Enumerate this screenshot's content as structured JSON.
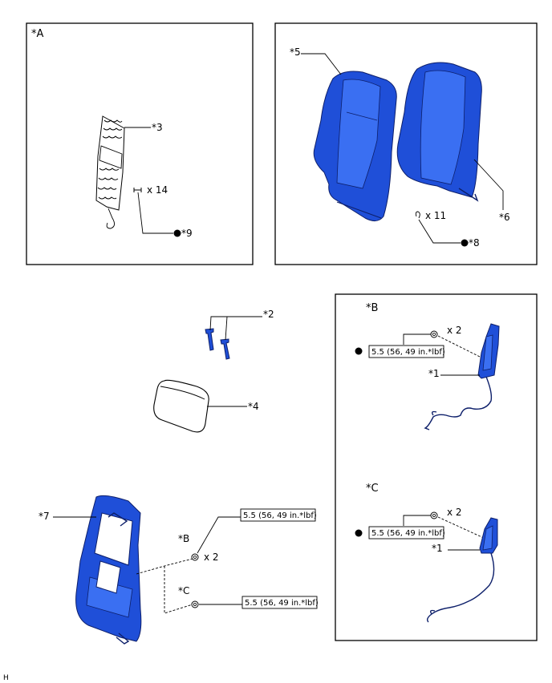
{
  "panels": {
    "A": {
      "tag": "*A"
    },
    "B": {
      "tag": "*B"
    },
    "C": {
      "tag": "*C"
    }
  },
  "callouts": {
    "c1": "*1",
    "c2": "*2",
    "c3": "*3",
    "c4": "*4",
    "c5": "*5",
    "c6": "*6",
    "c7": "*7",
    "c8": "*8",
    "c9": "*9",
    "b_ref": "*B",
    "c_ref": "*C"
  },
  "quantities": {
    "x14": "x 14",
    "x11": "x 11",
    "x2": "x 2"
  },
  "torque": {
    "value": "5.5 (56, 49 in.*lbf)"
  },
  "footer": {
    "code": "H"
  },
  "colors": {
    "part_blue": "#1f4fd8",
    "outline": "#000000"
  }
}
